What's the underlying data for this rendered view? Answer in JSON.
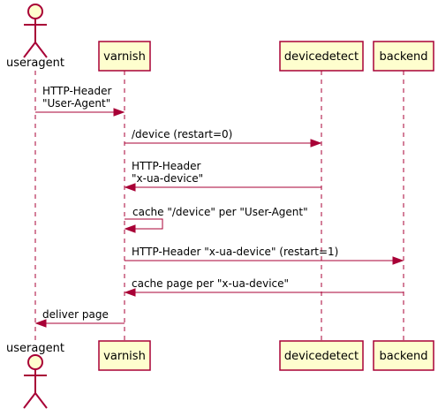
{
  "diagram": {
    "type": "sequence",
    "participants": [
      {
        "id": "useragent",
        "label": "useragent",
        "kind": "actor"
      },
      {
        "id": "varnish",
        "label": "varnish",
        "kind": "participant"
      },
      {
        "id": "devicedetect",
        "label": "devicedetect",
        "kind": "participant"
      },
      {
        "id": "backend",
        "label": "backend",
        "kind": "participant"
      }
    ],
    "messages": [
      {
        "from": "useragent",
        "to": "varnish",
        "lines": [
          "HTTP-Header",
          "\"User-Agent\""
        ]
      },
      {
        "from": "varnish",
        "to": "devicedetect",
        "lines": [
          "/device (restart=0)"
        ]
      },
      {
        "from": "devicedetect",
        "to": "varnish",
        "lines": [
          "HTTP-Header",
          "\"x-ua-device\""
        ]
      },
      {
        "from": "varnish",
        "to": "varnish",
        "lines": [
          "cache \"/device\" per \"User-Agent\""
        ]
      },
      {
        "from": "varnish",
        "to": "backend",
        "lines": [
          "HTTP-Header \"x-ua-device\" (restart=1)"
        ]
      },
      {
        "from": "backend",
        "to": "varnish",
        "lines": [
          "cache page per \"x-ua-device\""
        ]
      },
      {
        "from": "varnish",
        "to": "useragent",
        "lines": [
          "deliver page"
        ]
      }
    ],
    "colors": {
      "box_fill": "#FEFECE",
      "line": "#A80036"
    }
  }
}
